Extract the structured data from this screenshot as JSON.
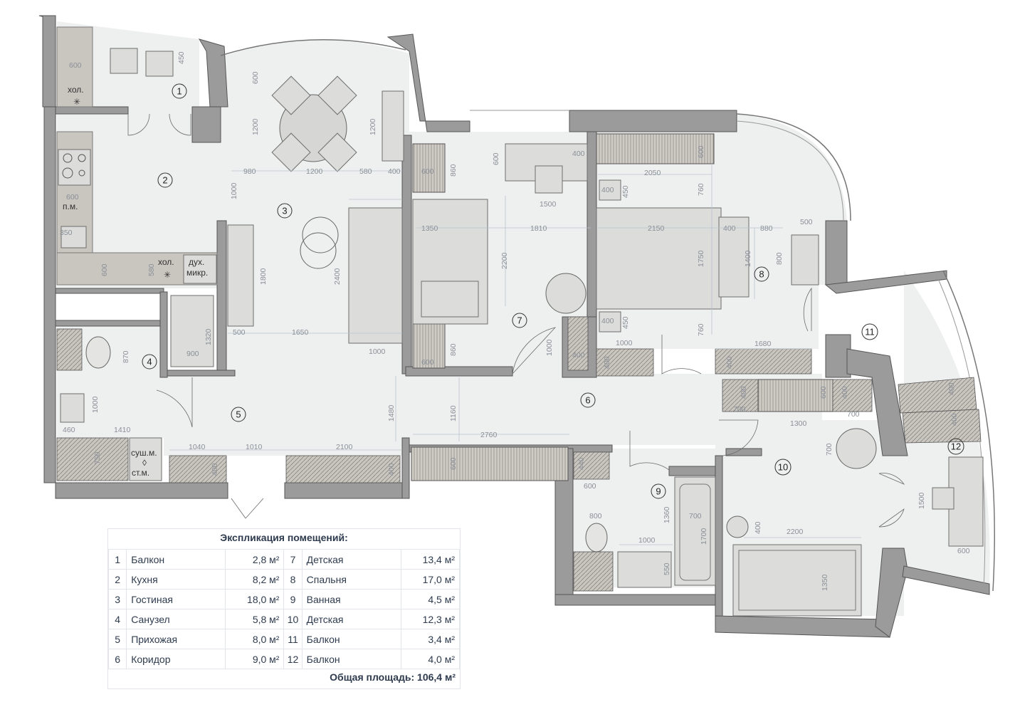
{
  "legend": {
    "title": "Экспликация помещений:",
    "rooms": [
      {
        "num": "1",
        "name": "Балкон",
        "area": "2,8 м²"
      },
      {
        "num": "2",
        "name": "Кухня",
        "area": "8,2 м²"
      },
      {
        "num": "3",
        "name": "Гостиная",
        "area": "18,0 м²"
      },
      {
        "num": "4",
        "name": "Санузел",
        "area": "5,8 м²"
      },
      {
        "num": "5",
        "name": "Прихожая",
        "area": "8,0 м²"
      },
      {
        "num": "6",
        "name": "Коридор",
        "area": "9,0 м²"
      },
      {
        "num": "7",
        "name": "Детская",
        "area": "13,4 м²"
      },
      {
        "num": "8",
        "name": "Спальня",
        "area": "17,0 м²"
      },
      {
        "num": "9",
        "name": "Ванная",
        "area": "4,5 м²"
      },
      {
        "num": "10",
        "name": "Детская",
        "area": "12,3 м²"
      },
      {
        "num": "11",
        "name": "Балкон",
        "area": "3,4 м²"
      },
      {
        "num": "12",
        "name": "Балкон",
        "area": "4,0 м²"
      }
    ],
    "total": "Общая площадь: 106,4 м²"
  },
  "labels": {
    "fridge": "хол.",
    "fridge2": "хол.",
    "dishwasher": "п.м.",
    "oven": "дух.",
    "microwave": "микр.",
    "dryer": "суш.м.",
    "washer": "ст.м."
  },
  "dims": {
    "d600a": "600",
    "d450": "450",
    "d600b": "600",
    "d1200a": "1200",
    "d1200b": "1200",
    "d980": "980",
    "d1200c": "1200",
    "d580": "580",
    "d400a": "400",
    "d1000a": "1000",
    "d600c": "600",
    "d350": "350",
    "d600d": "600",
    "d580b": "580",
    "d1800": "1800",
    "d2400": "2400",
    "d500a": "500",
    "d1650": "1650",
    "d1000b": "1000",
    "d1320": "1320",
    "d900": "900",
    "d870": "870",
    "d1000c": "1000",
    "d460": "460",
    "d1410": "1410",
    "d750": "750",
    "d1040": "1040",
    "d1010": "1010",
    "d2100": "2100",
    "d400b": "400",
    "d400c": "400",
    "d1480": "1480",
    "d860a": "860",
    "d600e": "600",
    "d600f": "600",
    "d1350a": "1350",
    "d1810": "1810",
    "d1500": "1500",
    "d2200a": "2200",
    "d400d": "400",
    "d860b": "860",
    "d600g": "600",
    "d1000d": "1000",
    "d1160": "1160",
    "d2760": "2760",
    "d600h": "600",
    "d600i": "600",
    "d2050": "2050",
    "d760a": "760",
    "d400e": "400",
    "d450b": "450",
    "d2150": "2150",
    "d400f": "400",
    "d880": "880",
    "d500b": "500",
    "d1750": "1750",
    "d1400": "1400",
    "d800a": "800",
    "d400g": "400",
    "d450c": "450",
    "d760b": "760",
    "d1000e": "1000",
    "d400h": "400",
    "d400i": "400",
    "d1680": "1680",
    "d400j": "400",
    "d400k": "400",
    "d700a": "700",
    "d1300": "1300",
    "d600j": "600",
    "d400l": "400",
    "d700b": "700",
    "d440": "440",
    "d600k": "600",
    "d800b": "800",
    "d1360": "1360",
    "d700c": "700",
    "d1000f": "1000",
    "d1700": "1700",
    "d550": "550",
    "d700d": "700",
    "d400m": "400",
    "d2200b": "2200",
    "d1350b": "1350",
    "d400n": "400",
    "d400o": "400",
    "d1500b": "1500",
    "d600l": "600"
  }
}
